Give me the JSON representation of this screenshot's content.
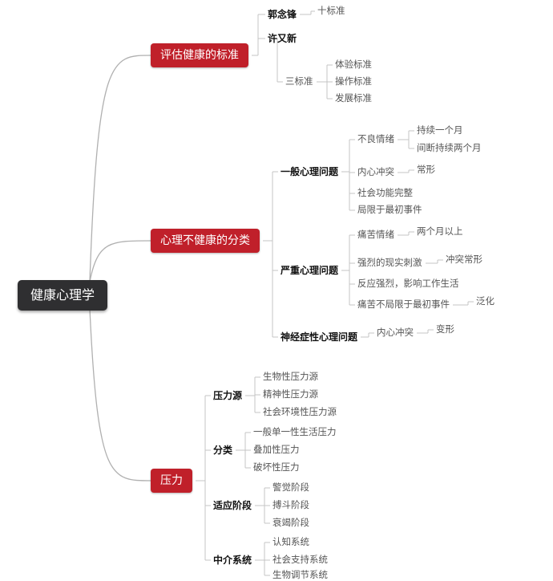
{
  "root": {
    "label": "健康心理学"
  },
  "criteria": {
    "label": "评估健康的标准",
    "guo": {
      "label": "郭念锋",
      "children": [
        "十标准"
      ]
    },
    "xu": {
      "label": "许又新",
      "group_label": "三标准",
      "children": [
        "体验标准",
        "操作标准",
        "发展标准"
      ]
    }
  },
  "unhealthy": {
    "label": "心理不健康的分类",
    "general": {
      "label": "一般心理问题",
      "bad_mood": {
        "label": "不良情绪",
        "children": [
          "持续一个月",
          "间断持续两个月"
        ]
      },
      "conflict": {
        "label": "内心冲突",
        "children": [
          "常形"
        ]
      },
      "items": [
        "社会功能完整",
        "局限于最初事件"
      ]
    },
    "severe": {
      "label": "严重心理问题",
      "painful": {
        "label": "痛苦情绪",
        "children": [
          "两个月以上"
        ]
      },
      "stimulus": {
        "label": "强烈的现实刺激",
        "children": [
          "冲突常形"
        ]
      },
      "reaction": {
        "label": "反应强烈，影响工作生活"
      },
      "generalized": {
        "label": "痛苦不局限于最初事件",
        "children": [
          "泛化"
        ]
      }
    },
    "neurotic": {
      "label": "神经症性心理问题",
      "conflict": {
        "label": "内心冲突",
        "children": [
          "变形"
        ]
      }
    }
  },
  "stress": {
    "label": "压力",
    "sources": {
      "label": "压力源",
      "children": [
        "生物性压力源",
        "精神性压力源",
        "社会环境性压力源"
      ]
    },
    "types": {
      "label": "分类",
      "children": [
        "一般单一性生活压力",
        "叠加性压力",
        "破坏性压力"
      ]
    },
    "stages": {
      "label": "适应阶段",
      "children": [
        "警觉阶段",
        "搏斗阶段",
        "衰竭阶段"
      ]
    },
    "mediators": {
      "label": "中介系统",
      "children": [
        "认知系统",
        "社会支持系统",
        "生物调节系统"
      ]
    }
  },
  "colors": {
    "root_bg": "#2f2f31",
    "main_bg": "#c0202a",
    "branch_line": "#b0b0b0",
    "sub_line": "#c4c4c4"
  }
}
